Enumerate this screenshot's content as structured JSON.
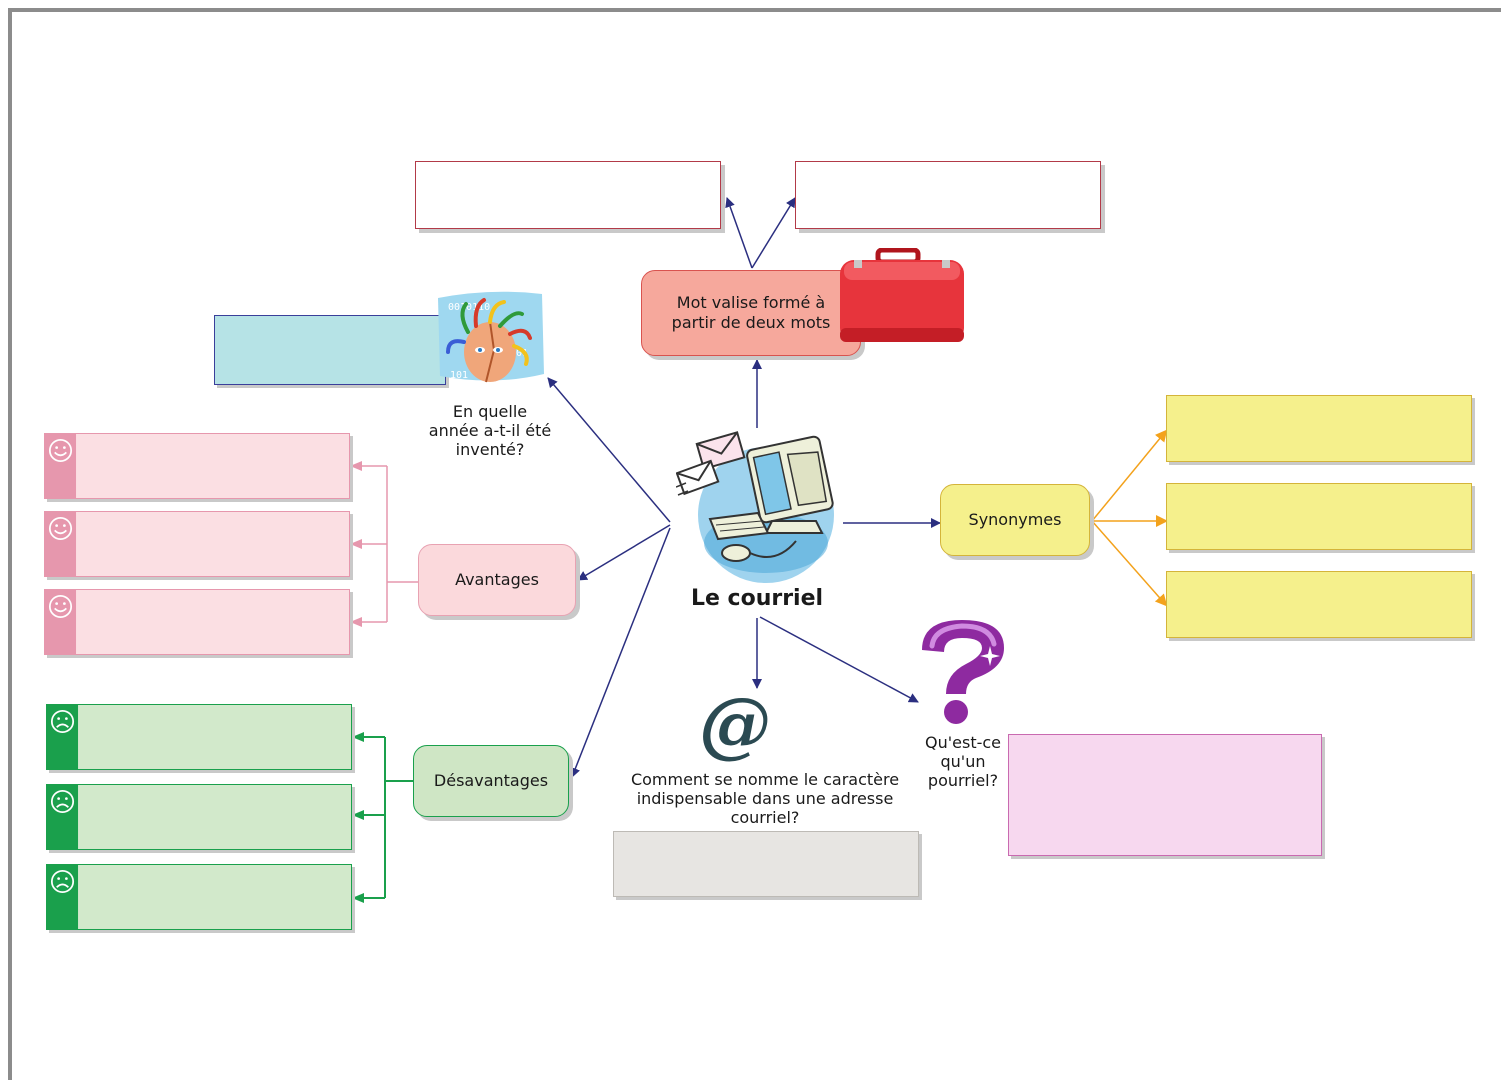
{
  "title": "Le courriel",
  "nodes": {
    "mot_valise": "Mot valise formé à partir de deux mots",
    "annee": "En quelle année a-t-il été inventé?",
    "avantages": "Avantages",
    "desavantages": "Désavantages",
    "synonymes": "Synonymes",
    "arobase_question": "Comment se nomme le caractère indispensable dans une adresse courriel?",
    "pourriel_question": "Qu'est-ce qu'un pourriel?"
  },
  "pictures": {
    "central": "computer-with-envelopes",
    "mot_valise": "red-suitcase",
    "annee": "medusa-head-binary",
    "arobase": "at-sign",
    "pourriel": "purple-question-mark",
    "avantages": "happy-face-icon",
    "desavantages": "sad-face-icon"
  },
  "colors": {
    "link": "#2b2f80",
    "mot_valise_fill": "#f6a89c",
    "synonymes_fill": "#f5f08c",
    "avantages_fill": "#fbd9dc",
    "desavantages_fill": "#cfe6c5",
    "annee_box_fill": "#b6e3e6",
    "arobase_box_fill": "#e7e5e2",
    "pourriel_box_fill": "#f7d8ef",
    "avantage_accent": "#e697ad",
    "desavantage_accent": "#1aa04c",
    "synonym_arrow": "#f3a21c"
  }
}
